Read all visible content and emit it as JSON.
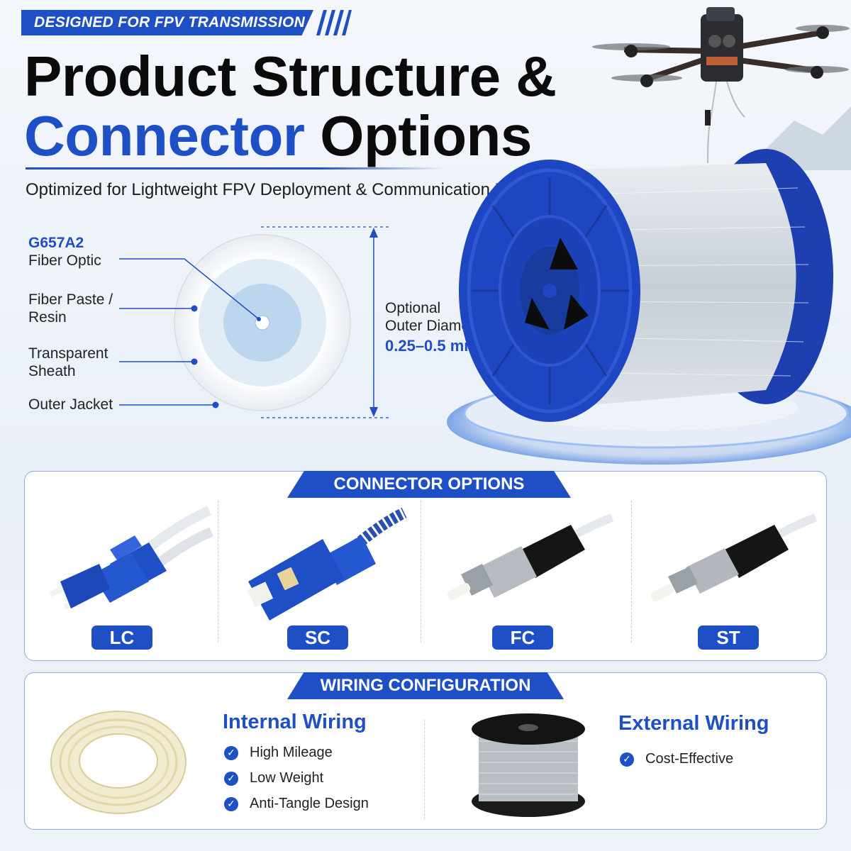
{
  "header": {
    "ribbon": "DESIGNED FOR FPV TRANSMISSION",
    "title_line1": "Product Structure &",
    "title_line2_blue": "Connector",
    "title_line2_rest": " Options",
    "subtitle": "Optimized for Lightweight FPV Deployment & Communication Links"
  },
  "structure": {
    "fiber_type": "G657A2",
    "fiber_label": "Fiber Optic",
    "paste_line1": "Fiber Paste /",
    "paste_line2": "Resin",
    "sheath_line1": "Transparent",
    "sheath_line2": "Sheath",
    "jacket": "Outer Jacket",
    "od_line1": "Optional",
    "od_line2": "Outer Diameter",
    "od_value": "0.25–0.5 mm"
  },
  "connectors": {
    "title": "CONNECTOR OPTIONS",
    "items": [
      "LC",
      "SC",
      "FC",
      "ST"
    ]
  },
  "wiring": {
    "title": "WIRING CONFIGURATION",
    "internal": {
      "title": "Internal Wiring",
      "features": [
        "High Mileage",
        "Low Weight",
        "Anti-Tangle Design"
      ]
    },
    "external": {
      "title": "External Wiring",
      "features": [
        "Cost-Effective"
      ]
    }
  },
  "colors": {
    "brand_blue": "#1f4fc4",
    "panel_border": "#8eabe6"
  }
}
